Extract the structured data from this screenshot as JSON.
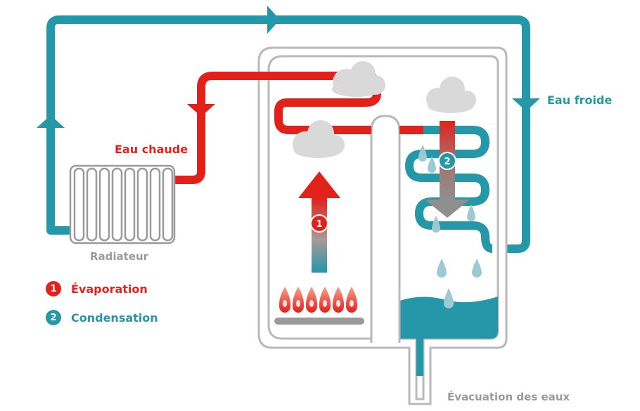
{
  "labels": {
    "eau_chaude": "Eau chaude",
    "eau_froide": "Eau froide",
    "radiateur": "Radiateur",
    "evacuation": "Évacuation des eaux"
  },
  "legend": [
    {
      "number": "1",
      "label": "Évaporation",
      "color": "#e3211b"
    },
    {
      "number": "2",
      "label": "Condensation",
      "color": "#2497a8"
    }
  ],
  "markers": {
    "evaporation": "1",
    "condensation": "2"
  },
  "colors": {
    "hot": "#e3211b",
    "cold": "#2497a8",
    "outline": "#b9b9b9",
    "vapor": "#d9d9d9",
    "water": "#2497a8"
  }
}
